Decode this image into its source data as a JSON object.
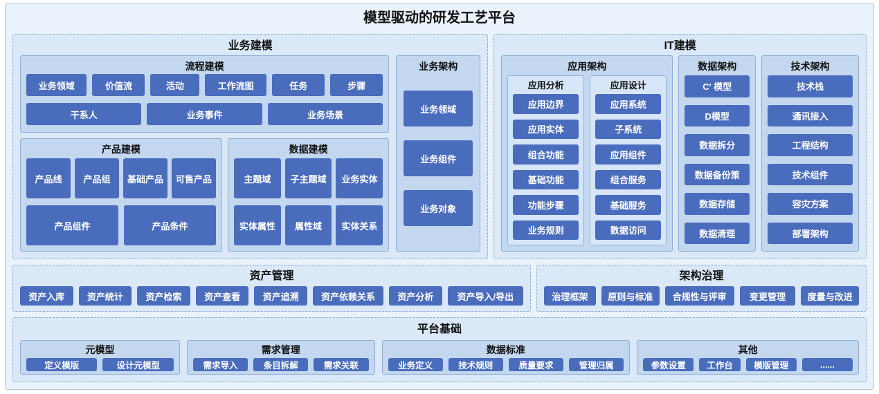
{
  "title": "模型驱动的研发工艺平台",
  "colors": {
    "button": "#4a6cbd",
    "panel_bg": "#dae8f7",
    "box_bg": "#c3d7ef",
    "subcol_bg": "#d6e5f7",
    "outer_bg": "#eaf2fb",
    "dashed_border": "#8aa9cf",
    "button_text": "#ffffff"
  },
  "bm": {
    "label": "业务建模",
    "process": {
      "label": "流程建模",
      "row1": [
        "业务领域",
        "价值流",
        "活动",
        "工作流图",
        "任务",
        "步骤"
      ],
      "row2": [
        "干系人",
        "业务事件",
        "业务场景"
      ]
    },
    "product": {
      "label": "产品建模",
      "row1": [
        "产品线",
        "产品组",
        "基础产品",
        "可售产品"
      ],
      "row2": [
        "产品组件",
        "产品条件"
      ]
    },
    "data": {
      "label": "数据建模",
      "row1": [
        "主题域",
        "子主题域",
        "业务实体"
      ],
      "row2": [
        "实体属性",
        "属性域",
        "实体关系"
      ]
    },
    "arch": {
      "label": "业务架构",
      "items": [
        "业务领域",
        "业务组件",
        "业务对象"
      ]
    }
  },
  "it": {
    "label": "IT建模",
    "app": {
      "label": "应用架构",
      "analysis": {
        "label": "应用分析",
        "items": [
          "应用边界",
          "应用实体",
          "组合功能",
          "基础功能",
          "功能步骤",
          "业务规则"
        ]
      },
      "design": {
        "label": "应用设计",
        "items": [
          "应用系统",
          "子系统",
          "应用组件",
          "组合服务",
          "基础服务",
          "数据访问"
        ]
      }
    },
    "data": {
      "label": "数据架构",
      "items": [
        "C' 模型",
        "D模型",
        "数据拆分",
        "数据备份策",
        "数据存储",
        "数据清理"
      ]
    },
    "tech": {
      "label": "技术架构",
      "items": [
        "技术栈",
        "通讯接入",
        "工程结构",
        "技术组件",
        "容灾方案",
        "部署架构"
      ]
    }
  },
  "asset": {
    "label": "资产管理",
    "items": [
      "资产入库",
      "资产统计",
      "资产检索",
      "资产查看",
      "资产追溯",
      "资产依赖关系",
      "资产分析",
      "资产导入/导出"
    ]
  },
  "gov": {
    "label": "架构治理",
    "items": [
      "治理框架",
      "原则与标准",
      "合规性与评审",
      "变更管理",
      "度量与改进"
    ]
  },
  "platform": {
    "label": "平台基础",
    "meta": {
      "label": "元模型",
      "items": [
        "定义模版",
        "设计元模型"
      ]
    },
    "req": {
      "label": "需求管理",
      "items": [
        "需求导入",
        "条目拆解",
        "需求关联"
      ]
    },
    "std": {
      "label": "数据标准",
      "items": [
        "业务定义",
        "技术规则",
        "质量要求",
        "管理归属"
      ]
    },
    "other": {
      "label": "其他",
      "items": [
        "参数设置",
        "工作台",
        "模版管理",
        "......"
      ]
    }
  }
}
